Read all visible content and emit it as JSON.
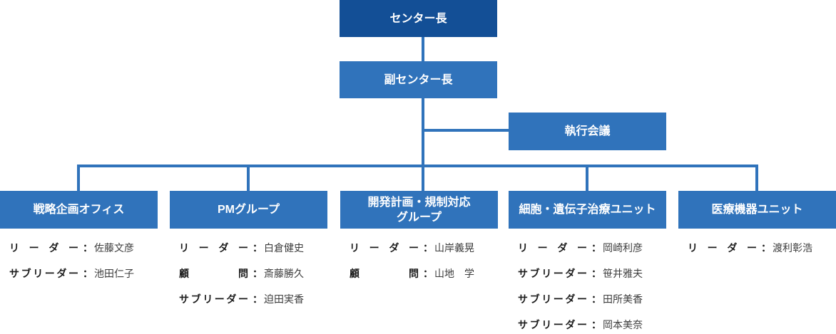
{
  "org": {
    "top": {
      "label": "センター長"
    },
    "deputy": {
      "label": "副センター長"
    },
    "executive": {
      "label": "執行会議"
    },
    "departments": [
      {
        "title": "戦略企画オフィス",
        "members": [
          {
            "role": "リーダー",
            "name": "佐藤文彦"
          },
          {
            "role": "サブリーダー",
            "name": "池田仁子"
          }
        ]
      },
      {
        "title": "PMグループ",
        "members": [
          {
            "role": "リーダー",
            "name": "白倉健史"
          },
          {
            "role": "顧問",
            "name": "斎藤勝久"
          },
          {
            "role": "サブリーダー",
            "name": "迫田実香"
          }
        ]
      },
      {
        "title": "開発計画・規制対応\nグループ",
        "members": [
          {
            "role": "リーダー",
            "name": "山岸義晃"
          },
          {
            "role": "顧問",
            "name": "山地　学"
          }
        ]
      },
      {
        "title": "細胞・遺伝子治療ユニット",
        "members": [
          {
            "role": "リーダー",
            "name": "岡崎利彦"
          },
          {
            "role": "サブリーダー",
            "name": "笹井雅夫"
          },
          {
            "role": "サブリーダー",
            "name": "田所美香"
          },
          {
            "role": "サブリーダー",
            "name": "岡本美奈"
          }
        ]
      },
      {
        "title": "医療機器ユニット",
        "members": [
          {
            "role": "リーダー",
            "name": "渡利彰浩"
          }
        ]
      }
    ],
    "colors": {
      "box_dark": "#134f96",
      "box_light": "#3073bb",
      "connector": "#3073bb",
      "role_text": "#1a1a1a",
      "name_text": "#3c3c3c"
    }
  }
}
